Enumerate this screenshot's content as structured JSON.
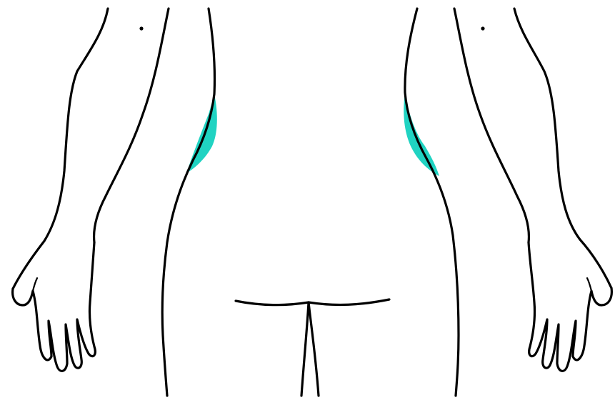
{
  "diagram": {
    "subject": "back-of-body-outline",
    "colors": {
      "background": "#ffffff",
      "outline": "#000000",
      "highlight": "#20d3c2"
    },
    "highlighted_regions": [
      "left-flank",
      "right-flank"
    ]
  }
}
